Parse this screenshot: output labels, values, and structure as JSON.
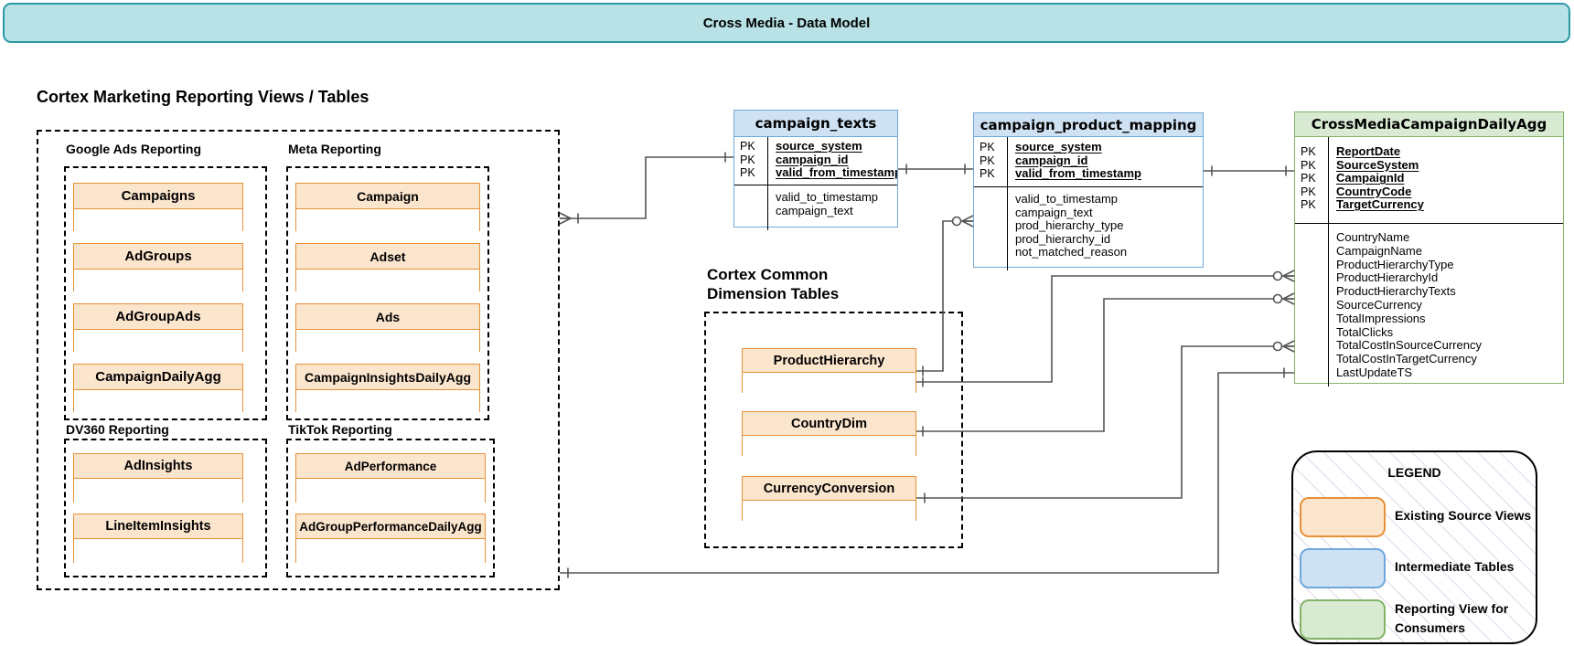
{
  "banner": {
    "title": "Cross Media - Data Model"
  },
  "left_section": {
    "title": "Cortex Marketing Reporting Views / Tables",
    "groups": [
      {
        "id": "google",
        "label": "Google Ads Reporting",
        "entities": [
          "Campaigns",
          "AdGroups",
          "AdGroupAds",
          "CampaignDailyAgg"
        ]
      },
      {
        "id": "meta",
        "label": "Meta Reporting",
        "entities": [
          "Campaign",
          "Adset",
          "Ads",
          "CampaignInsightsDailyAgg"
        ]
      },
      {
        "id": "dv360",
        "label": "DV360 Reporting",
        "entities": [
          "AdInsights",
          "LineItemInsights"
        ]
      },
      {
        "id": "tiktok",
        "label": "TikTok Reporting",
        "entities": [
          "AdPerformance",
          "AdGroupPerformanceDailyAgg"
        ]
      }
    ]
  },
  "dimension_section": {
    "title_line1": "Cortex Common",
    "title_line2": "Dimension Tables",
    "entities": [
      "ProductHierarchy",
      "CountryDim",
      "CurrencyConversion"
    ]
  },
  "tables": [
    {
      "id": "campaign_texts",
      "name": "campaign_texts",
      "type": "intermediate",
      "pk_label": "PK",
      "pk_fields": [
        "source_system",
        "campaign_id",
        "valid_from_timestamp"
      ],
      "fields": [
        "valid_to_timestamp",
        "campaign_text"
      ]
    },
    {
      "id": "campaign_product_mapping",
      "name": "campaign_product_mapping",
      "type": "intermediate",
      "pk_label": "PK",
      "pk_fields": [
        "source_system",
        "campaign_id",
        "valid_from_timestamp"
      ],
      "fields": [
        "valid_to_timestamp",
        "campaign_text",
        "prod_hierarchy_type",
        "prod_hierarchy_id",
        "not_matched_reason"
      ]
    },
    {
      "id": "cross_media",
      "name": "CrossMediaCampaignDailyAgg",
      "type": "reporting",
      "pk_label": "PK",
      "pk_fields": [
        "ReportDate",
        "SourceSystem",
        "CampaignId",
        "CountryCode",
        "TargetCurrency"
      ],
      "fields": [
        "CountryName",
        "CampaignName",
        "ProductHierarchyType",
        "ProductHierarchyId",
        "ProductHierarchyTexts",
        "SourceCurrency",
        "TotalImpressions",
        "TotalClicks",
        "TotalCostInSourceCurrency",
        "TotalCostInTargetCurrency",
        "LastUpdateTS"
      ]
    }
  ],
  "legend": {
    "title": "LEGEND",
    "items": [
      {
        "label": "Existing Source Views",
        "fill": "#fce5cd",
        "border": "#e69138"
      },
      {
        "label": "Intermediate Tables",
        "fill": "#cfe2f3",
        "border": "#6fa8dc"
      },
      {
        "label": "Reporting View for Consumers",
        "fill": "#d9ead3",
        "border": "#82b366"
      }
    ]
  },
  "colors": {
    "banner_fill": "#b8e2e6",
    "banner_border": "#2d99a5",
    "source_fill": "#fce5cd",
    "source_border": "#e69138",
    "intermediate_fill": "#cfe2f3",
    "intermediate_border": "#6fa8dc",
    "reporting_fill": "#d9ead3",
    "reporting_border": "#82b366",
    "wire": "#555555"
  }
}
